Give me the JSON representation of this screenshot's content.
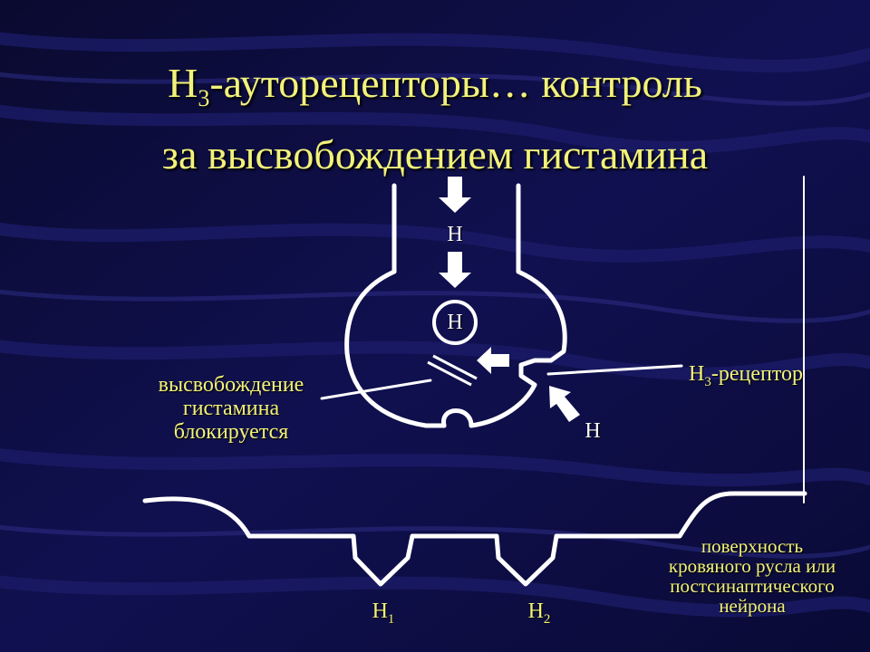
{
  "title": {
    "line1_prefix": "H",
    "line1_sub": "3",
    "line1_rest": "-ауторецепторы… контроль",
    "line2": "за высвобождением гистамина"
  },
  "diagram": {
    "h_top": "H",
    "h_vesicle": "H",
    "h_right": "H",
    "receptor_prefix": "H",
    "receptor_sub": "3",
    "receptor_rest": "-рецептор",
    "release_line1": "высвобождение",
    "release_line2": "гистамина",
    "release_line3": "блокируется",
    "h1_prefix": "H",
    "h1_sub": "1",
    "h2_prefix": "H",
    "h2_sub": "2",
    "surface_line1": "поверхность",
    "surface_line2": "кровяного русла или",
    "surface_line3": "постсинаптического",
    "surface_line4": "нейрона"
  },
  "colors": {
    "background": "#0b0b3a",
    "text": "#f2f27a",
    "lines": "#ffffff"
  }
}
